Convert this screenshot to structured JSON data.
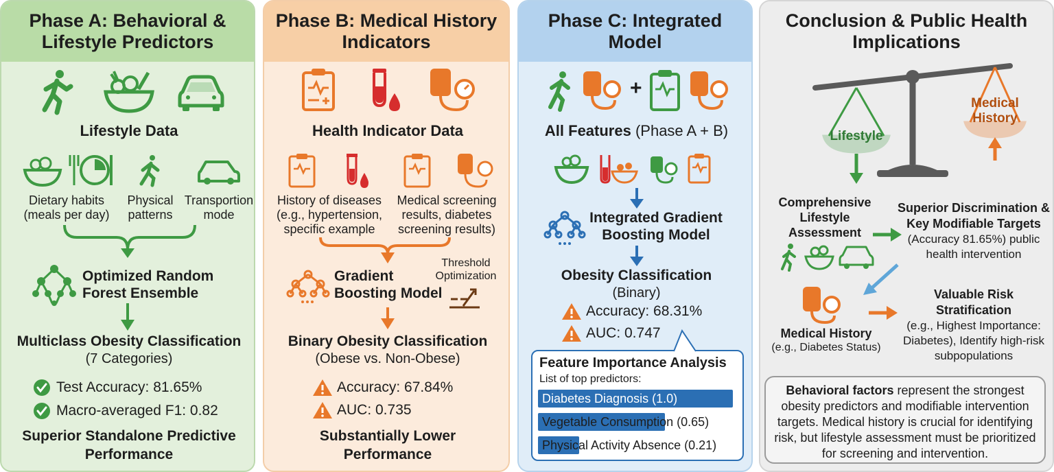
{
  "colors": {
    "green": "#3e9a43",
    "orange": "#e8782a",
    "blue": "#2b6fb4",
    "gray": "#6b6b6b"
  },
  "phase_a": {
    "title": "Phase A: Behavioral & Lifestyle Predictors",
    "data_label": "Lifestyle Data",
    "features": [
      "Dietary habits (meals per day)",
      "Physical patterns",
      "Transportion mode"
    ],
    "model": "Optimized Random Forest Ensemble",
    "task_title": "Multiclass Obesity Classification",
    "task_sub": "(7 Categories)",
    "metric_1": "Test Accuracy: 81.65%",
    "metric_2": "Macro-averaged F1: 0.82",
    "verdict": "Superior Standalone Predictive Performance"
  },
  "phase_b": {
    "title": "Phase B: Medical History Indicators",
    "data_label": "Health Indicator Data",
    "features": [
      "History of diseases (e.g., hypertension, specific example",
      "Medical screening results, diabetes screening results)"
    ],
    "model": "Gradient Boosting Model",
    "threshold": "Threshold Optimization",
    "task_title": "Binary Obesity Classification",
    "task_sub": "(Obese vs. Non-Obese)",
    "metric_1": "Accuracy: 67.84%",
    "metric_2": "AUC: 0.735",
    "verdict": "Substantially Lower Performance"
  },
  "phase_c": {
    "title": "Phase C: Integrated Model",
    "data_label_bold": "All Features",
    "data_label_rest": " (Phase A + B)",
    "model": "Integrated Gradient Boosting Model",
    "task_title": "Obesity Classification",
    "task_sub": "(Binary)",
    "metric_1": "Accuracy: 68.31%",
    "metric_2": "AUC: 0.747",
    "fi_title": "Feature Importance Analysis",
    "fi_sub": "List of top predictors:",
    "fi_items": [
      {
        "label": "Diabetes Diagnosis (1.0)",
        "value": 1.0
      },
      {
        "label": "Vegetable Consumption (0.65)",
        "value": 0.65
      },
      {
        "label": "Physical Activity Absence (0.21)",
        "value": 0.21
      }
    ]
  },
  "phase_d": {
    "title": "Conclusion & Public Health Implications",
    "scale_left": "Lifestyle",
    "scale_right": "Medical History",
    "lifestyle_label": "Comprehensive Lifestyle Assessment",
    "medical_label": "Medical History",
    "medical_sub": "(e.g., Diabetes Status)",
    "outcome_1_title": "Superior Discrimination & Key Modifiable Targets",
    "outcome_1_body": "(Accuracy 81.65%) public health intervention",
    "outcome_2_title": "Valuable Risk Stratification",
    "outcome_2_body": "(e.g., Highest Importance: Diabetes), Identify high-risk subpopulations",
    "conclusion_bold": "Behavioral factors",
    "conclusion_rest": " represent the strongest obesity predictors and modifiable intervention targets. Medical history is crucial for identifying risk, but lifestyle assessment must be prioritized for screening and intervention."
  }
}
